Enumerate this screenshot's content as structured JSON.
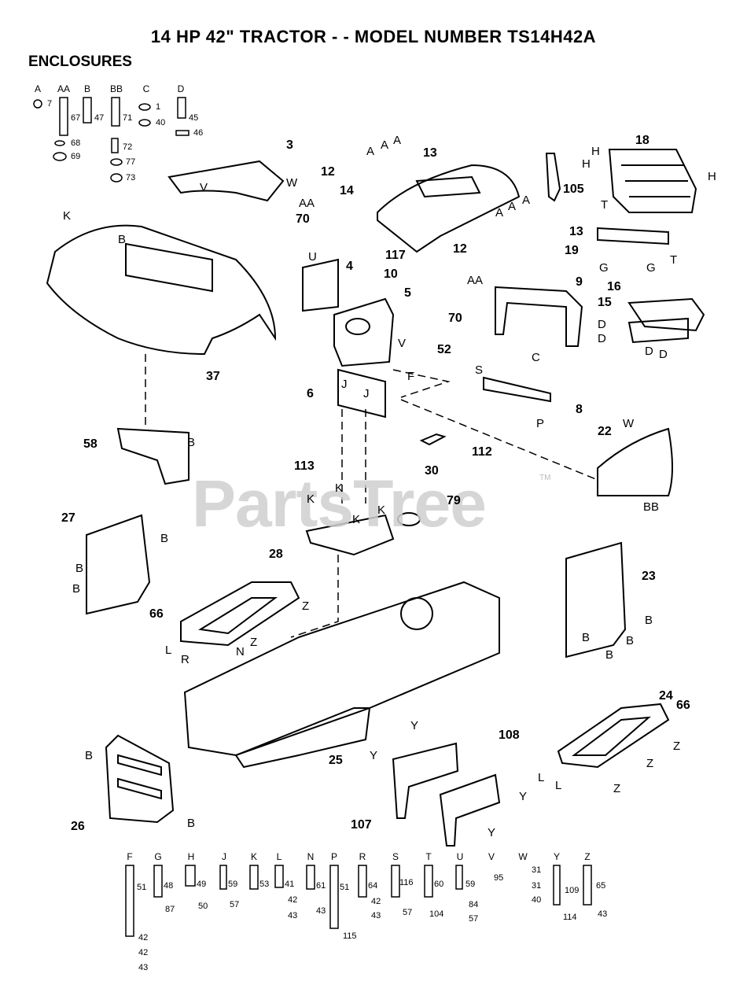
{
  "header": {
    "title": "14 HP 42\" TRACTOR - - MODEL NUMBER TS14H42A",
    "section": "ENCLOSURES"
  },
  "watermark": {
    "text": "PartsTree",
    "tm": "TM"
  },
  "hardware_top": [
    {
      "letter": "A",
      "parts": [
        "7"
      ]
    },
    {
      "letter": "AA",
      "parts": [
        "67",
        "68",
        "69"
      ]
    },
    {
      "letter": "B",
      "parts": [
        "47"
      ]
    },
    {
      "letter": "BB",
      "parts": [
        "71",
        "72",
        "77",
        "73"
      ]
    },
    {
      "letter": "C",
      "parts": [
        "1",
        "40"
      ]
    },
    {
      "letter": "D",
      "parts": [
        "45",
        "46"
      ]
    }
  ],
  "hardware_bottom": [
    {
      "letter": "F",
      "parts": [
        "51",
        "42",
        "42",
        "43"
      ]
    },
    {
      "letter": "G",
      "parts": [
        "48",
        "87"
      ]
    },
    {
      "letter": "H",
      "parts": [
        "49",
        "50"
      ]
    },
    {
      "letter": "J",
      "parts": [
        "59",
        "57"
      ]
    },
    {
      "letter": "K",
      "parts": [
        "53"
      ]
    },
    {
      "letter": "L",
      "parts": [
        "41",
        "42",
        "43"
      ]
    },
    {
      "letter": "N",
      "parts": [
        "61",
        "43"
      ]
    },
    {
      "letter": "P",
      "parts": [
        "51",
        "115"
      ]
    },
    {
      "letter": "R",
      "parts": [
        "64",
        "42",
        "43"
      ]
    },
    {
      "letter": "S",
      "parts": [
        "116",
        "57"
      ]
    },
    {
      "letter": "T",
      "parts": [
        "60",
        "104"
      ]
    },
    {
      "letter": "U",
      "parts": [
        "59",
        "84",
        "57"
      ]
    },
    {
      "letter": "V",
      "parts": [
        "95"
      ]
    },
    {
      "letter": "W",
      "parts": [
        "31",
        "31",
        "40"
      ]
    },
    {
      "letter": "Y",
      "parts": [
        "109",
        "114"
      ]
    },
    {
      "letter": "Z",
      "parts": [
        "65",
        "43"
      ]
    }
  ],
  "callouts": {
    "n3": "3",
    "n4": "4",
    "n5": "5",
    "n6": "6",
    "n8": "8",
    "n9": "9",
    "n10": "10",
    "n12a": "12",
    "n12b": "12",
    "n13a": "13",
    "n13b": "13",
    "n14": "14",
    "n15": "15",
    "n16": "16",
    "n18": "18",
    "n19": "19",
    "n22": "22",
    "n23": "23",
    "n24": "24",
    "n25": "25",
    "n26": "26",
    "n27": "27",
    "n28": "28",
    "n30": "30",
    "n37": "37",
    "n52": "52",
    "n58": "58",
    "n66a": "66",
    "n66b": "66",
    "n70a": "70",
    "n70b": "70",
    "n79": "79",
    "n105": "105",
    "n107": "107",
    "n108": "108",
    "n112": "112",
    "n113": "113",
    "n117": "117"
  },
  "letters": {
    "K1": "K",
    "B1": "B",
    "U1": "U",
    "V1": "V",
    "W1": "W",
    "V2": "V",
    "F1": "F",
    "J1": "J",
    "J2": "J",
    "S1": "S",
    "P1": "P",
    "C1": "C",
    "AA1": "AA",
    "AA2": "AA",
    "H1": "H",
    "H2": "H",
    "H3": "H",
    "T1": "T",
    "T2": "T",
    "G1": "G",
    "G2": "G",
    "D1": "D",
    "D2": "D",
    "D3": "D",
    "D4": "D",
    "W2": "W",
    "BB1": "BB",
    "K2": "K",
    "K3": "K",
    "K4": "K",
    "K5": "K",
    "B2": "B",
    "B3": "B",
    "B4": "B",
    "B5": "B",
    "B6": "B",
    "B7": "B",
    "B8": "B",
    "B9": "B",
    "B10": "B",
    "B11": "B",
    "Z1": "Z",
    "Z2": "Z",
    "L1": "L",
    "R1": "R",
    "N1": "N",
    "Y1": "Y",
    "Y2": "Y",
    "Y3": "Y",
    "Y4": "Y",
    "L2": "L",
    "L3": "L",
    "Z3": "Z",
    "Z4": "Z",
    "Z5": "Z",
    "A1": "A",
    "A2": "A",
    "A3": "A",
    "A4": "A",
    "A5": "A",
    "A6": "A"
  }
}
